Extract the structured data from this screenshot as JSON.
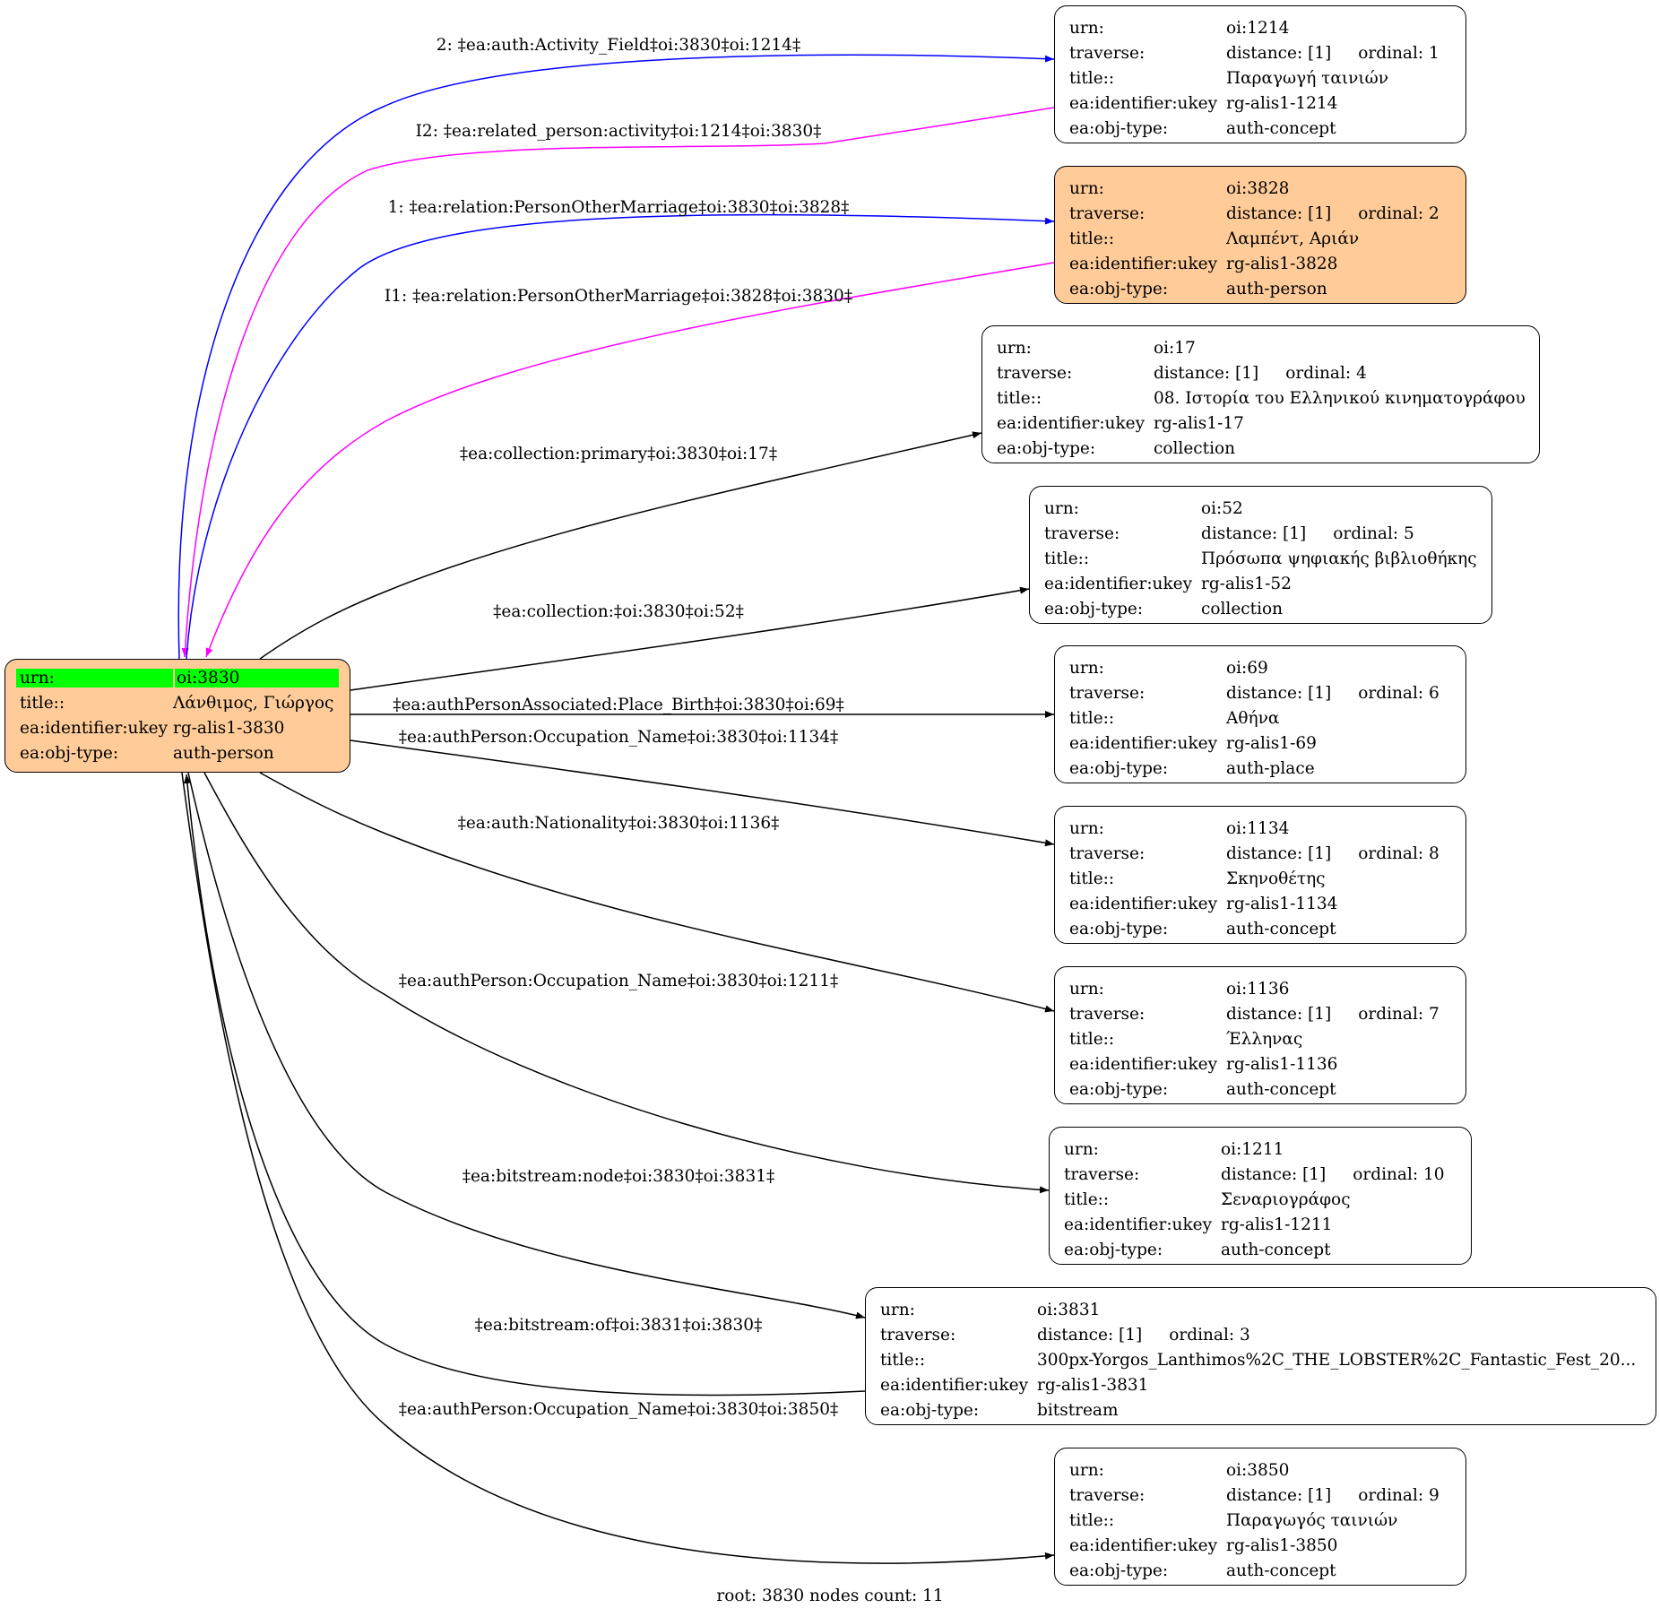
{
  "root": {
    "urn_label": "urn:",
    "urn": "oi:3830",
    "title_label": "title::",
    "title": "Λάνθιμος, Γιώργος",
    "ukey_label": "ea:identifier:ukey",
    "ukey": "rg-alis1-3830",
    "type_label": "ea:obj-type:",
    "type": "auth-person"
  },
  "labels": {
    "urn": "urn:",
    "traverse": "traverse:",
    "title": "title::",
    "ukey": "ea:identifier:ukey",
    "type": "ea:obj-type:",
    "distance": "distance: [1]"
  },
  "nodes": [
    {
      "urn": "oi:1214",
      "ordinal": "ordinal: 1",
      "title": "Παραγωγή ταινιών",
      "ukey": "rg-alis1-1214",
      "type": "auth-concept",
      "highlight": false
    },
    {
      "urn": "oi:3828",
      "ordinal": "ordinal: 2",
      "title": "Λαμπέντ, Αριάν",
      "ukey": "rg-alis1-3828",
      "type": "auth-person",
      "highlight": true
    },
    {
      "urn": "oi:17",
      "ordinal": "ordinal: 4",
      "title": "08. Ιστορία του Ελληνικού κινηματογράφου",
      "ukey": "rg-alis1-17",
      "type": "collection",
      "highlight": false
    },
    {
      "urn": "oi:52",
      "ordinal": "ordinal: 5",
      "title": "Πρόσωπα ψηφιακής βιβλιοθήκης",
      "ukey": "rg-alis1-52",
      "type": "collection",
      "highlight": false
    },
    {
      "urn": "oi:69",
      "ordinal": "ordinal: 6",
      "title": "Αθήνα",
      "ukey": "rg-alis1-69",
      "type": "auth-place",
      "highlight": false
    },
    {
      "urn": "oi:1134",
      "ordinal": "ordinal: 8",
      "title": "Σκηνοθέτης",
      "ukey": "rg-alis1-1134",
      "type": "auth-concept",
      "highlight": false
    },
    {
      "urn": "oi:1136",
      "ordinal": "ordinal: 7",
      "title": "Έλληνας",
      "ukey": "rg-alis1-1136",
      "type": "auth-concept",
      "highlight": false
    },
    {
      "urn": "oi:1211",
      "ordinal": "ordinal: 10",
      "title": "Σεναριογράφος",
      "ukey": "rg-alis1-1211",
      "type": "auth-concept",
      "highlight": false
    },
    {
      "urn": "oi:3831",
      "ordinal": "ordinal: 3",
      "title": "300px-Yorgos_Lanthimos%2C_THE_LOBSTER%2C_Fantastic_Fest_20...",
      "ukey": "rg-alis1-3831",
      "type": "bitstream",
      "highlight": false
    },
    {
      "urn": "oi:3850",
      "ordinal": "ordinal: 9",
      "title": "Παραγωγός ταινιών",
      "ukey": "rg-alis1-3850",
      "type": "auth-concept",
      "highlight": false
    }
  ],
  "edges": [
    {
      "label": "2: ‡ea:auth:Activity_Field‡oi:3830‡oi:1214‡",
      "color": "#0000ff"
    },
    {
      "label": "I2: ‡ea:related_person:activity‡oi:1214‡oi:3830‡",
      "color": "#ff00ff"
    },
    {
      "label": "1: ‡ea:relation:PersonOtherMarriage‡oi:3830‡oi:3828‡",
      "color": "#0000ff"
    },
    {
      "label": "I1: ‡ea:relation:PersonOtherMarriage‡oi:3828‡oi:3830‡",
      "color": "#ff00ff"
    },
    {
      "label": "‡ea:collection:primary‡oi:3830‡oi:17‡",
      "color": "#000000"
    },
    {
      "label": "‡ea:collection:‡oi:3830‡oi:52‡",
      "color": "#000000"
    },
    {
      "label": "‡ea:authPersonAssociated:Place_Birth‡oi:3830‡oi:69‡",
      "color": "#000000"
    },
    {
      "label": "‡ea:authPerson:Occupation_Name‡oi:3830‡oi:1134‡",
      "color": "#000000"
    },
    {
      "label": "‡ea:auth:Nationality‡oi:3830‡oi:1136‡",
      "color": "#000000"
    },
    {
      "label": "‡ea:authPerson:Occupation_Name‡oi:3830‡oi:1211‡",
      "color": "#000000"
    },
    {
      "label": "‡ea:bitstream:node‡oi:3830‡oi:3831‡",
      "color": "#000000"
    },
    {
      "label": "‡ea:bitstream:of‡oi:3831‡oi:3830‡",
      "color": "#000000"
    },
    {
      "label": "‡ea:authPerson:Occupation_Name‡oi:3830‡oi:3850‡",
      "color": "#000000"
    }
  ],
  "footer": "root: 3830 nodes count: 11"
}
